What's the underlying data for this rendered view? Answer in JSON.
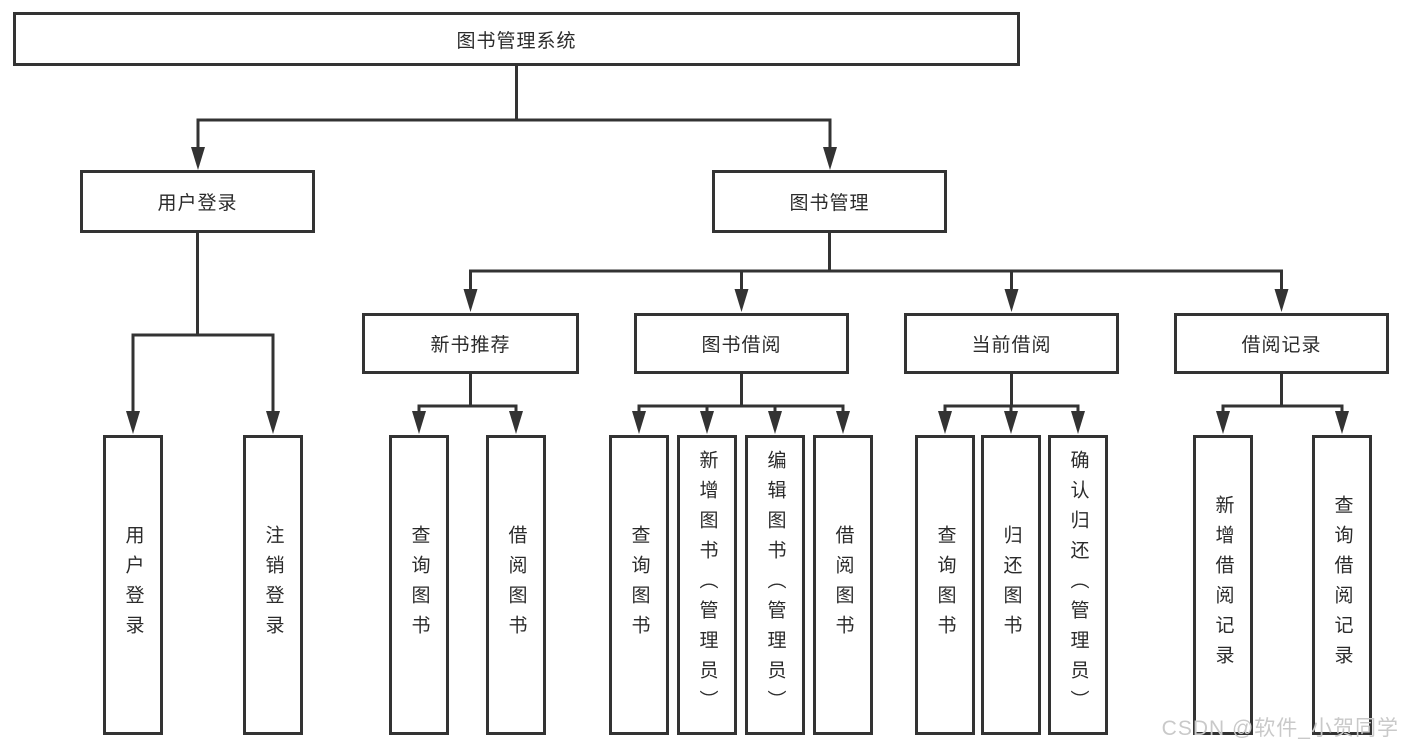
{
  "colors": {
    "line": "#333333",
    "nodeText": "#2b2b2b",
    "watermark": "#c9c9c9",
    "bg": "#ffffff"
  },
  "diagram": {
    "type": "hierarchy-tree",
    "root": {
      "label": "图书管理系统"
    },
    "branches": [
      {
        "label": "用户登录",
        "leaves": [
          {
            "label": "用户登录"
          },
          {
            "label": "注销登录"
          }
        ]
      },
      {
        "label": "图书管理",
        "groups": [
          {
            "label": "新书推荐",
            "leaves": [
              {
                "label": "查询图书"
              },
              {
                "label": "借阅图书"
              }
            ]
          },
          {
            "label": "图书借阅",
            "leaves": [
              {
                "label": "查询图书"
              },
              {
                "label": "新增图书（管理员）"
              },
              {
                "label": "编辑图书（管理员）"
              },
              {
                "label": "借阅图书"
              }
            ]
          },
          {
            "label": "当前借阅",
            "leaves": [
              {
                "label": "查询图书"
              },
              {
                "label": "归还图书"
              },
              {
                "label": "确认归还（管理员）"
              }
            ]
          },
          {
            "label": "借阅记录",
            "leaves": [
              {
                "label": "新增借阅记录"
              },
              {
                "label": "查询借阅记录"
              }
            ]
          }
        ]
      }
    ]
  },
  "watermark": {
    "text": "CSDN @软件_小贺同学"
  }
}
